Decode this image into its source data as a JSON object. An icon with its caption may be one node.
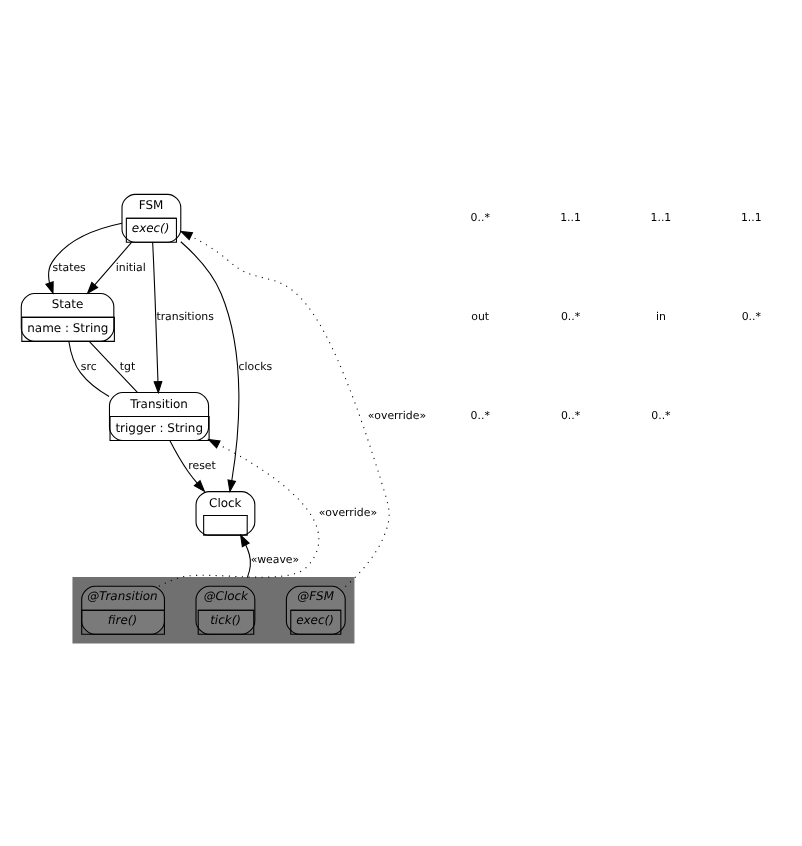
{
  "diagram": {
    "nodes": [
      {
        "text": [
          "FSM",
          "exec()"
        ]
      },
      {
        "text": [
          "State",
          "name : String"
        ]
      },
      {
        "text": [
          "Transition",
          "trigger : String"
        ]
      },
      {
        "text": [
          "Clock"
        ]
      },
      {
        "text": [],
        "shape": "box"
      },
      {
        "text": [
          "@FSM",
          "exec()"
        ],
        "in": 4
      },
      {
        "text": [
          "@Clock",
          "tick()"
        ],
        "in": 4
      },
      {
        "text": [
          "@Transition",
          "fire()"
        ],
        "in": 4
      }
    ],
    "edges": [
      {
        "from": 0,
        "to": 1,
        "arrow": "to",
        "label": "states"
      },
      {
        "from": 0,
        "to": 1,
        "arrow": "to",
        "label": "initial"
      },
      {
        "from": 1,
        "to": 2,
        "arrow": "none",
        "label": "src"
      },
      {
        "from": 1,
        "to": 2,
        "arrow": "none",
        "label": "tgt"
      },
      {
        "from": 0,
        "to": 3,
        "arrow": "to",
        "label": "clocks"
      },
      {
        "from": 0,
        "to": 2,
        "arrow": "to",
        "label": "transitions"
      },
      {
        "from": 2,
        "to": 3,
        "arrow": "to",
        "label": "reset"
      },
      {
        "from": 5,
        "to": 0,
        "arrow": "to",
        "label": "«override»",
        "style": "dashed"
      },
      {
        "from": 4,
        "to": 3,
        "arrow": "to",
        "label": "«weave»"
      },
      {
        "from": 7,
        "to": 2,
        "arrow": "to",
        "label": "«override»",
        "style": "dashed"
      }
    ],
    "labels": [
      "0..*",
      "1..1",
      "1..1",
      "1..1",
      "out",
      "0..*",
      "in",
      "0..*",
      "0..*",
      "0..*",
      "0..*"
    ]
  }
}
